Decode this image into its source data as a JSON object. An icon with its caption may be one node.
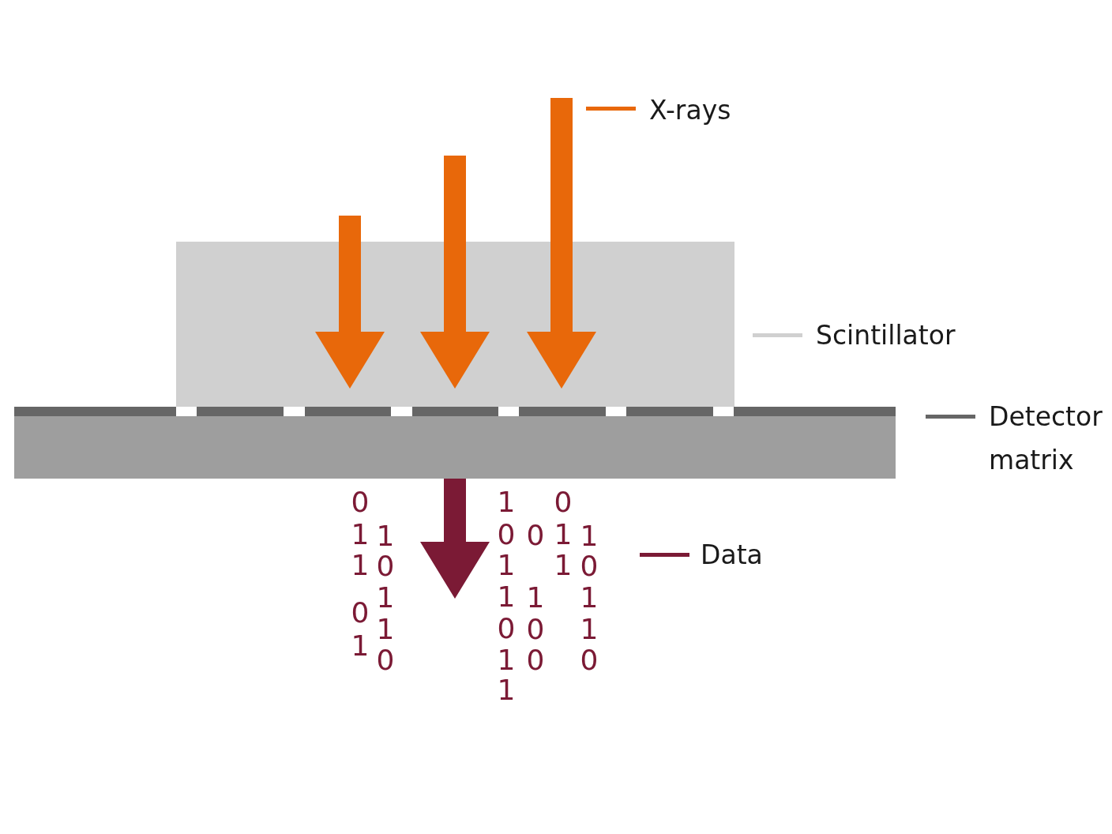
{
  "diagram": {
    "labels": [
      "0",
      "1",
      "1",
      "0",
      "1",
      "1",
      "0",
      "1",
      "1",
      "0",
      "1",
      "0",
      "1",
      "1",
      "0",
      "1",
      "1",
      "0",
      "1",
      "0",
      "0",
      "0",
      "1",
      "1",
      "1",
      "0",
      "1",
      "1",
      "0"
    ],
    "legend": [
      {
        "text": "X-rays",
        "color": "#e8680a"
      },
      {
        "text": "Scintillator",
        "color": "#d0d0d0"
      },
      {
        "text": "Detector matrix",
        "color": "#666666"
      },
      {
        "text": "Data",
        "color": "#7b1a35"
      }
    ]
  }
}
